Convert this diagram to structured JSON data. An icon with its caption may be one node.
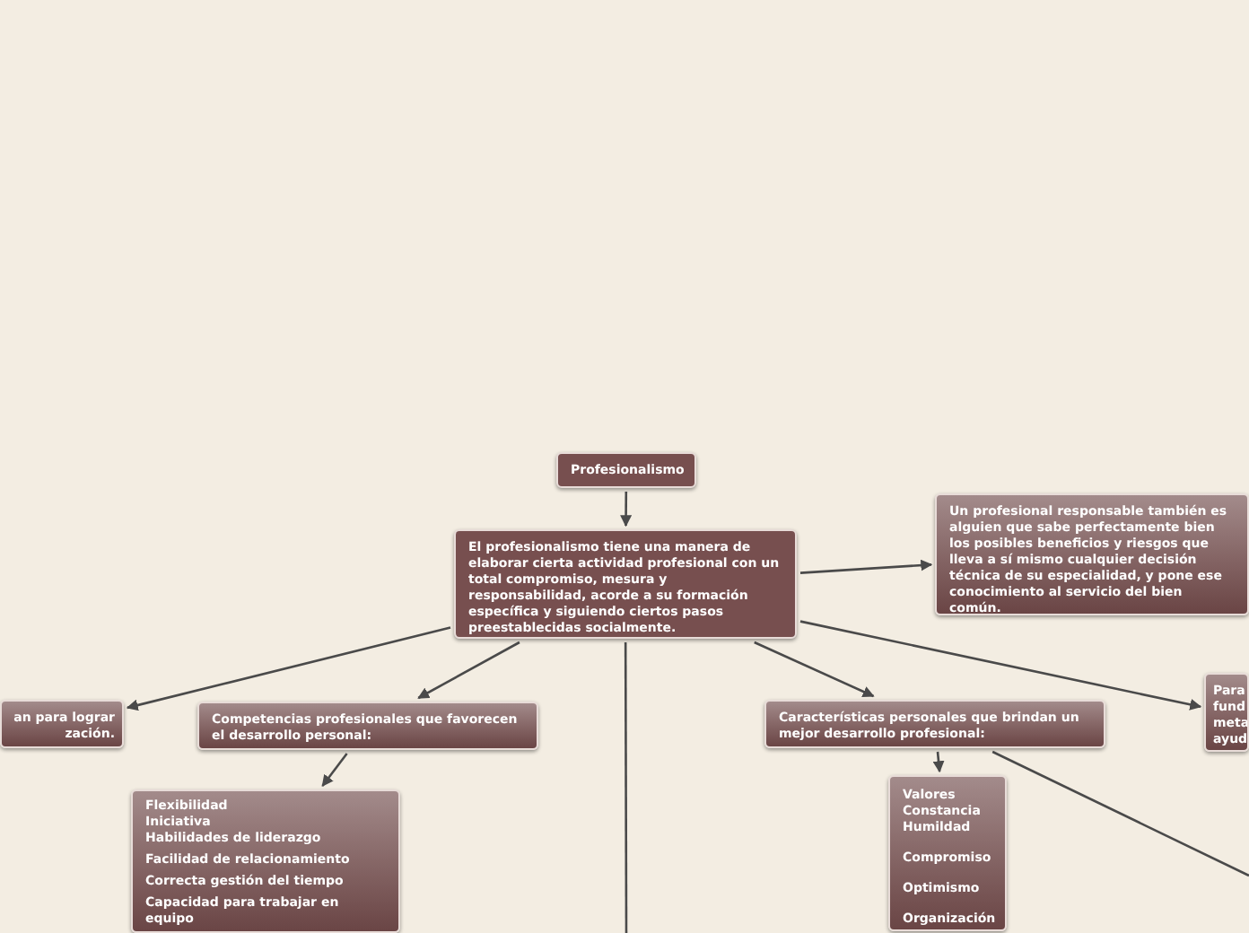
{
  "diagram": {
    "nodes": [
      {
        "text": [
          "Profesionalismo"
        ]
      },
      {
        "text": [
          "El profesionalismo tiene una manera de elaborar cierta actividad profesional con un total compromiso, mesura y responsabilidad, acorde a su formación específica y siguiendo ciertos pasos preestablecidas socialmente."
        ]
      },
      {
        "text": [
          "Un profesional responsable también es alguien que sabe perfectamente bien los posibles beneficios y riesgos que lleva a sí mismo cualquier decisión técnica de su especialidad, y pone ese conocimiento al servicio del bien común."
        ]
      },
      {
        "text": [
          "an para lograr zación."
        ]
      },
      {
        "text": [
          "Competencias profesionales que favorecen el desarrollo personal:"
        ]
      },
      {
        "text": [
          "Características personales que  brindan un mejor desarrollo profesional:"
        ]
      },
      {
        "text": [
          "Para fund meta ayud"
        ]
      },
      {
        "text": [
          "Flexibilidad",
          "Iniciativa",
          "Habilidades de liderazgo",
          "Facilidad de relacionamiento",
          "Correcta gestión del tiempo",
          "Capacidad para trabajar en equipo"
        ]
      },
      {
        "text": [
          "Valores",
          "Constancia",
          "Humildad",
          "Compromiso",
          "Optimismo",
          "Organización"
        ]
      }
    ],
    "edges": [
      {
        "from": 0,
        "to": 1,
        "arrow": "to"
      },
      {
        "from": 1,
        "to": 2,
        "arrow": "to"
      },
      {
        "from": 1,
        "to": 3,
        "arrow": "to"
      },
      {
        "from": 1,
        "to": 4,
        "arrow": "to"
      },
      {
        "from": 1,
        "to": null,
        "arrow": "none"
      },
      {
        "from": 1,
        "to": 5,
        "arrow": "to"
      },
      {
        "from": 1,
        "to": 6,
        "arrow": "to"
      },
      {
        "from": 4,
        "to": 7,
        "arrow": "to"
      },
      {
        "from": 5,
        "to": 8,
        "arrow": "to"
      },
      {
        "from": 5,
        "to": null,
        "arrow": "none"
      }
    ]
  }
}
